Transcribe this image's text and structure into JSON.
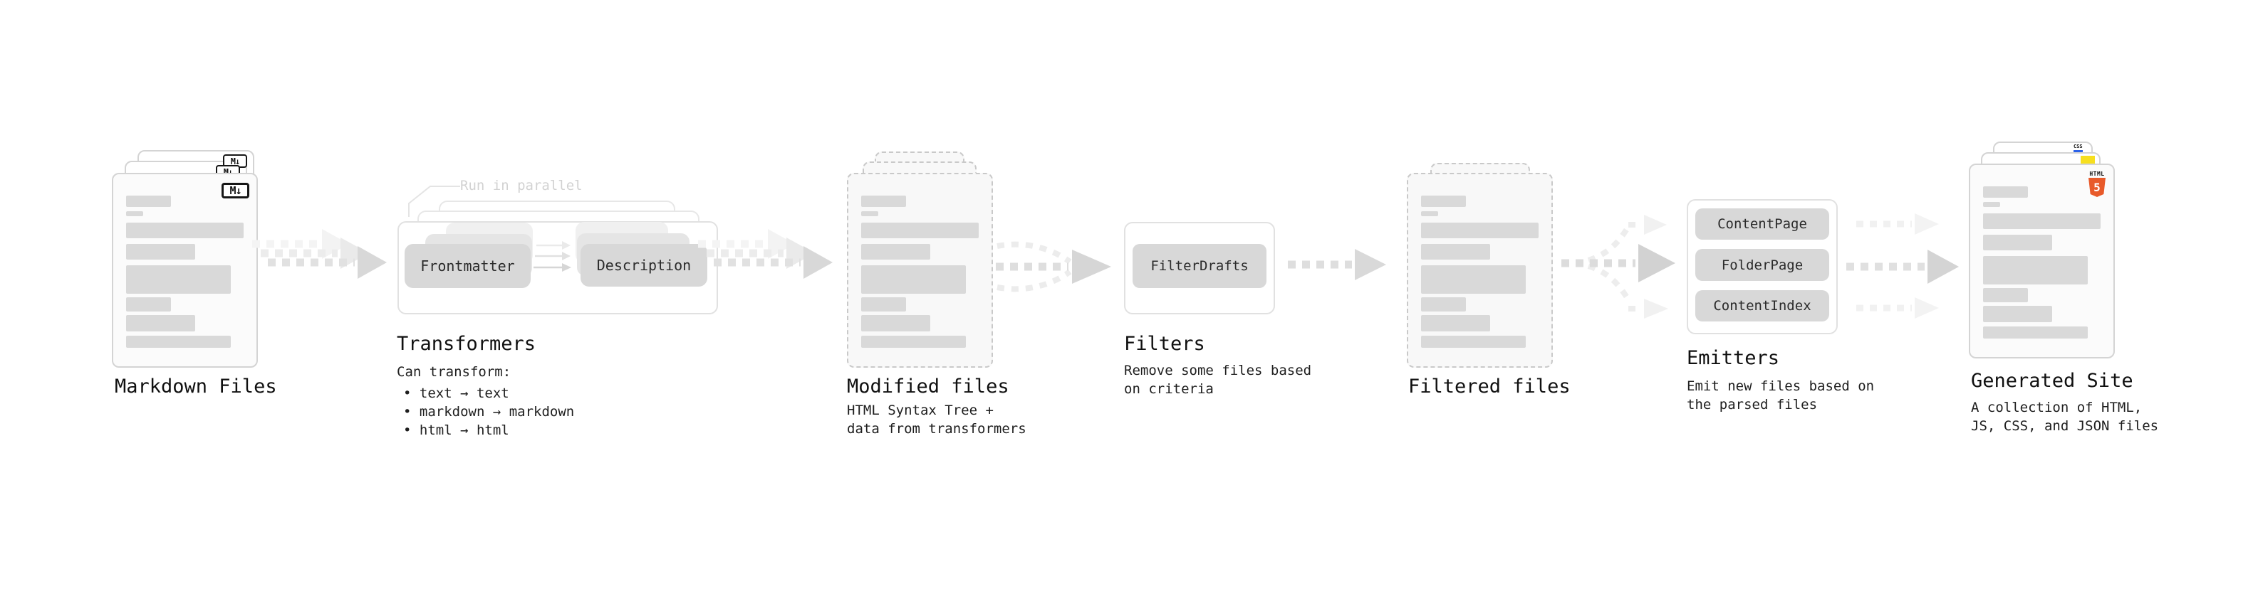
{
  "markdown": {
    "title": "Markdown Files",
    "badge": "M↓"
  },
  "transformers": {
    "title": "Transformers",
    "parallel_note": "Run in parallel",
    "pill_left": "Frontmatter",
    "pill_right": "Description",
    "subtitle": "Can transform:",
    "bullets": [
      "text → text",
      "markdown → markdown",
      "html → html"
    ]
  },
  "modified": {
    "title": "Modified files",
    "desc_lines": [
      "HTML Syntax Tree +",
      "data from transformers"
    ]
  },
  "filters": {
    "title": "Filters",
    "pill": "FilterDrafts",
    "desc_lines": [
      "Remove some files based",
      "on criteria"
    ]
  },
  "filtered": {
    "title": "Filtered files"
  },
  "emitters": {
    "title": "Emitters",
    "pills": [
      "ContentPage",
      "FolderPage",
      "ContentIndex"
    ],
    "desc_lines": [
      "Emit new files based on",
      "the parsed files"
    ]
  },
  "generated": {
    "title": "Generated Site",
    "desc_lines": [
      "A collection of HTML,",
      "JS, CSS, and JSON files"
    ],
    "badge_css": "CSS",
    "badge_html_word": "HTML",
    "badge_html_number": "5"
  },
  "colors": {
    "html_orange": "#e85a2a",
    "js_yellow": "#f7df1e",
    "css_blue": "#2c62e9"
  }
}
